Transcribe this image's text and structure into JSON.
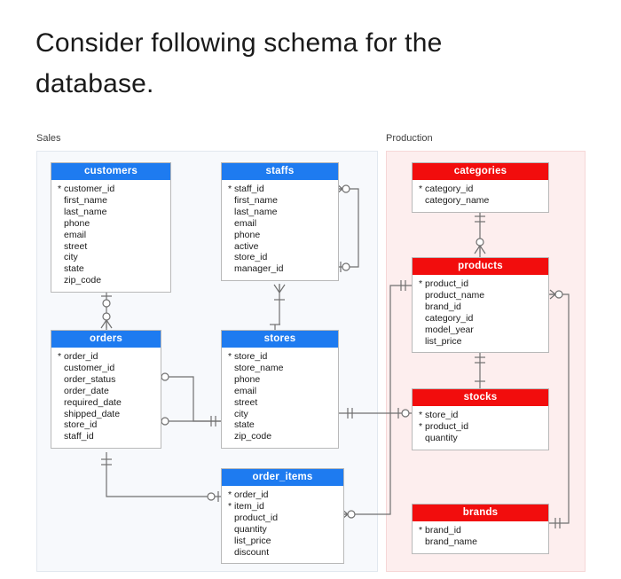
{
  "title": "Consider following schema for the database.",
  "sections": [
    {
      "id": "sales",
      "label": "Sales",
      "accent": "#1e7bf0"
    },
    {
      "id": "production",
      "label": "Production",
      "accent": "#f20d0d"
    }
  ],
  "entities": {
    "customers": {
      "name": "customers",
      "section": "sales",
      "attributes": [
        {
          "name": "customer_id",
          "pk": true
        },
        {
          "name": "first_name",
          "pk": false
        },
        {
          "name": "last_name",
          "pk": false
        },
        {
          "name": "phone",
          "pk": false
        },
        {
          "name": "email",
          "pk": false
        },
        {
          "name": "street",
          "pk": false
        },
        {
          "name": "city",
          "pk": false
        },
        {
          "name": "state",
          "pk": false
        },
        {
          "name": "zip_code",
          "pk": false
        }
      ]
    },
    "staffs": {
      "name": "staffs",
      "section": "sales",
      "attributes": [
        {
          "name": "staff_id",
          "pk": true
        },
        {
          "name": "first_name",
          "pk": false
        },
        {
          "name": "last_name",
          "pk": false
        },
        {
          "name": "email",
          "pk": false
        },
        {
          "name": "phone",
          "pk": false
        },
        {
          "name": "active",
          "pk": false
        },
        {
          "name": "store_id",
          "pk": false
        },
        {
          "name": "manager_id",
          "pk": false
        }
      ]
    },
    "orders": {
      "name": "orders",
      "section": "sales",
      "attributes": [
        {
          "name": "order_id",
          "pk": true
        },
        {
          "name": "customer_id",
          "pk": false
        },
        {
          "name": "order_status",
          "pk": false
        },
        {
          "name": "order_date",
          "pk": false
        },
        {
          "name": "required_date",
          "pk": false
        },
        {
          "name": "shipped_date",
          "pk": false
        },
        {
          "name": "store_id",
          "pk": false
        },
        {
          "name": "staff_id",
          "pk": false
        }
      ]
    },
    "stores": {
      "name": "stores",
      "section": "sales",
      "attributes": [
        {
          "name": "store_id",
          "pk": true
        },
        {
          "name": "store_name",
          "pk": false
        },
        {
          "name": "phone",
          "pk": false
        },
        {
          "name": "email",
          "pk": false
        },
        {
          "name": "street",
          "pk": false
        },
        {
          "name": "city",
          "pk": false
        },
        {
          "name": "state",
          "pk": false
        },
        {
          "name": "zip_code",
          "pk": false
        }
      ]
    },
    "order_items": {
      "name": "order_items",
      "section": "sales",
      "attributes": [
        {
          "name": "order_id",
          "pk": true
        },
        {
          "name": "item_id",
          "pk": true
        },
        {
          "name": "product_id",
          "pk": false
        },
        {
          "name": "quantity",
          "pk": false
        },
        {
          "name": "list_price",
          "pk": false
        },
        {
          "name": "discount",
          "pk": false
        }
      ]
    },
    "categories": {
      "name": "categories",
      "section": "production",
      "attributes": [
        {
          "name": "category_id",
          "pk": true
        },
        {
          "name": "category_name",
          "pk": false
        }
      ]
    },
    "products": {
      "name": "products",
      "section": "production",
      "attributes": [
        {
          "name": "product_id",
          "pk": true
        },
        {
          "name": "product_name",
          "pk": false
        },
        {
          "name": "brand_id",
          "pk": false
        },
        {
          "name": "category_id",
          "pk": false
        },
        {
          "name": "model_year",
          "pk": false
        },
        {
          "name": "list_price",
          "pk": false
        }
      ]
    },
    "stocks": {
      "name": "stocks",
      "section": "production",
      "attributes": [
        {
          "name": "store_id",
          "pk": true
        },
        {
          "name": "product_id",
          "pk": true
        },
        {
          "name": "quantity",
          "pk": false
        }
      ]
    },
    "brands": {
      "name": "brands",
      "section": "production",
      "attributes": [
        {
          "name": "brand_id",
          "pk": true
        },
        {
          "name": "brand_name",
          "pk": false
        }
      ]
    }
  },
  "relationships": [
    {
      "from": "customers",
      "to": "orders",
      "from_card": "zero-or-one",
      "to_card": "zero-or-many"
    },
    {
      "from": "orders",
      "to": "stores",
      "from_card": "zero-or-many",
      "to_card": "one-and-only-one"
    },
    {
      "from": "orders",
      "to": "staffs",
      "from_card": "zero-or-many",
      "to_card": "one-and-only-one"
    },
    {
      "from": "orders",
      "to": "order_items",
      "from_card": "one-and-only-one",
      "to_card": "zero-or-one"
    },
    {
      "from": "staffs",
      "to": "staffs",
      "from_card": "zero-or-many",
      "to_card": "zero-or-one"
    },
    {
      "from": "stores",
      "to": "stocks",
      "from_card": "one-and-only-one",
      "to_card": "zero-or-one"
    },
    {
      "from": "categories",
      "to": "products",
      "from_card": "one-and-only-one",
      "to_card": "zero-or-many"
    },
    {
      "from": "products",
      "to": "stocks",
      "from_card": "one-and-only-one",
      "to_card": "one-and-only-one"
    },
    {
      "from": "products",
      "to": "brands",
      "from_card": "zero-or-many",
      "to_card": "one-and-only-one"
    },
    {
      "from": "order_items",
      "to": "products",
      "from_card": "zero-or-many",
      "to_card": "one-and-only-one"
    }
  ],
  "pk_marker": "*",
  "colors": {
    "sales_header": "#1e7bf0",
    "production_header": "#f20d0d",
    "sales_panel": "#f7f9fc",
    "production_panel": "#fdeeee",
    "line": "#707070",
    "text": "#1a1a1a"
  }
}
